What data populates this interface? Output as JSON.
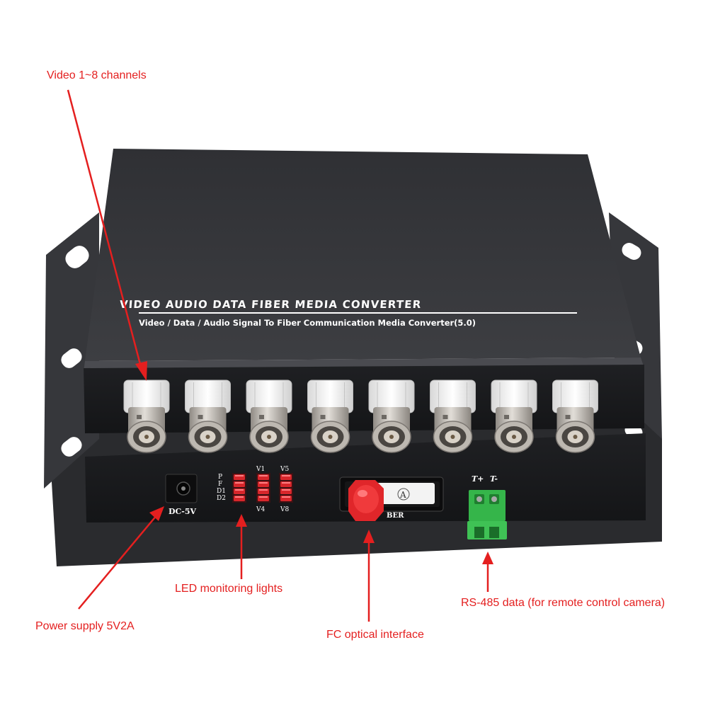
{
  "device": {
    "title": "VIDEO AUDIO DATA FIBER MEDIA CONVERTER",
    "subtitle": "Video / Data / Audio Signal To Fiber Communication Media Converter(5.0)",
    "power_port_label": "DC-5V",
    "led_left_labels": [
      "P",
      "F",
      "D1",
      "D2"
    ],
    "led_top_labels": [
      "V1",
      "V5"
    ],
    "led_bottom_labels": [
      "V4",
      "V8"
    ],
    "fiber_port_letter": "A",
    "fiber_port_label": "BER",
    "terminal_labels": [
      "T+",
      "T-"
    ]
  },
  "annotations": {
    "video": "Video 1~8 channels",
    "led": "LED monitoring lights",
    "power": "Power supply 5V2A",
    "fc": "FC optical interface",
    "rs485": "RS-485 data (for remote control camera)"
  },
  "colors": {
    "annotation": "#e41f1f",
    "chassis": "#2c2d30",
    "chassis_top": "#3a3b3f",
    "bnc_metal": "#c9c4bd",
    "led_red": "#d7262b",
    "fiber_cap": "#e0262a",
    "terminal_green": "#35b54a"
  }
}
